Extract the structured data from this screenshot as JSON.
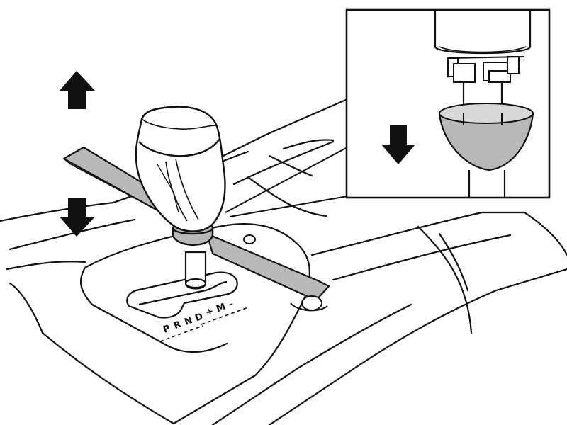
{
  "illustration": {
    "colors": {
      "ink": "#111111",
      "panel_gray": "#b8b8b8",
      "background": "#ffffff"
    },
    "arrows": [
      {
        "name": "pull-up-arrow",
        "direction": "up"
      },
      {
        "name": "push-down-arrow",
        "direction": "down"
      },
      {
        "name": "inset-down-arrow",
        "direction": "down"
      }
    ],
    "gate": {
      "left_column": [
        "P",
        "R",
        "N",
        "D"
      ],
      "right_column": [
        "+",
        "M",
        "–"
      ]
    }
  }
}
